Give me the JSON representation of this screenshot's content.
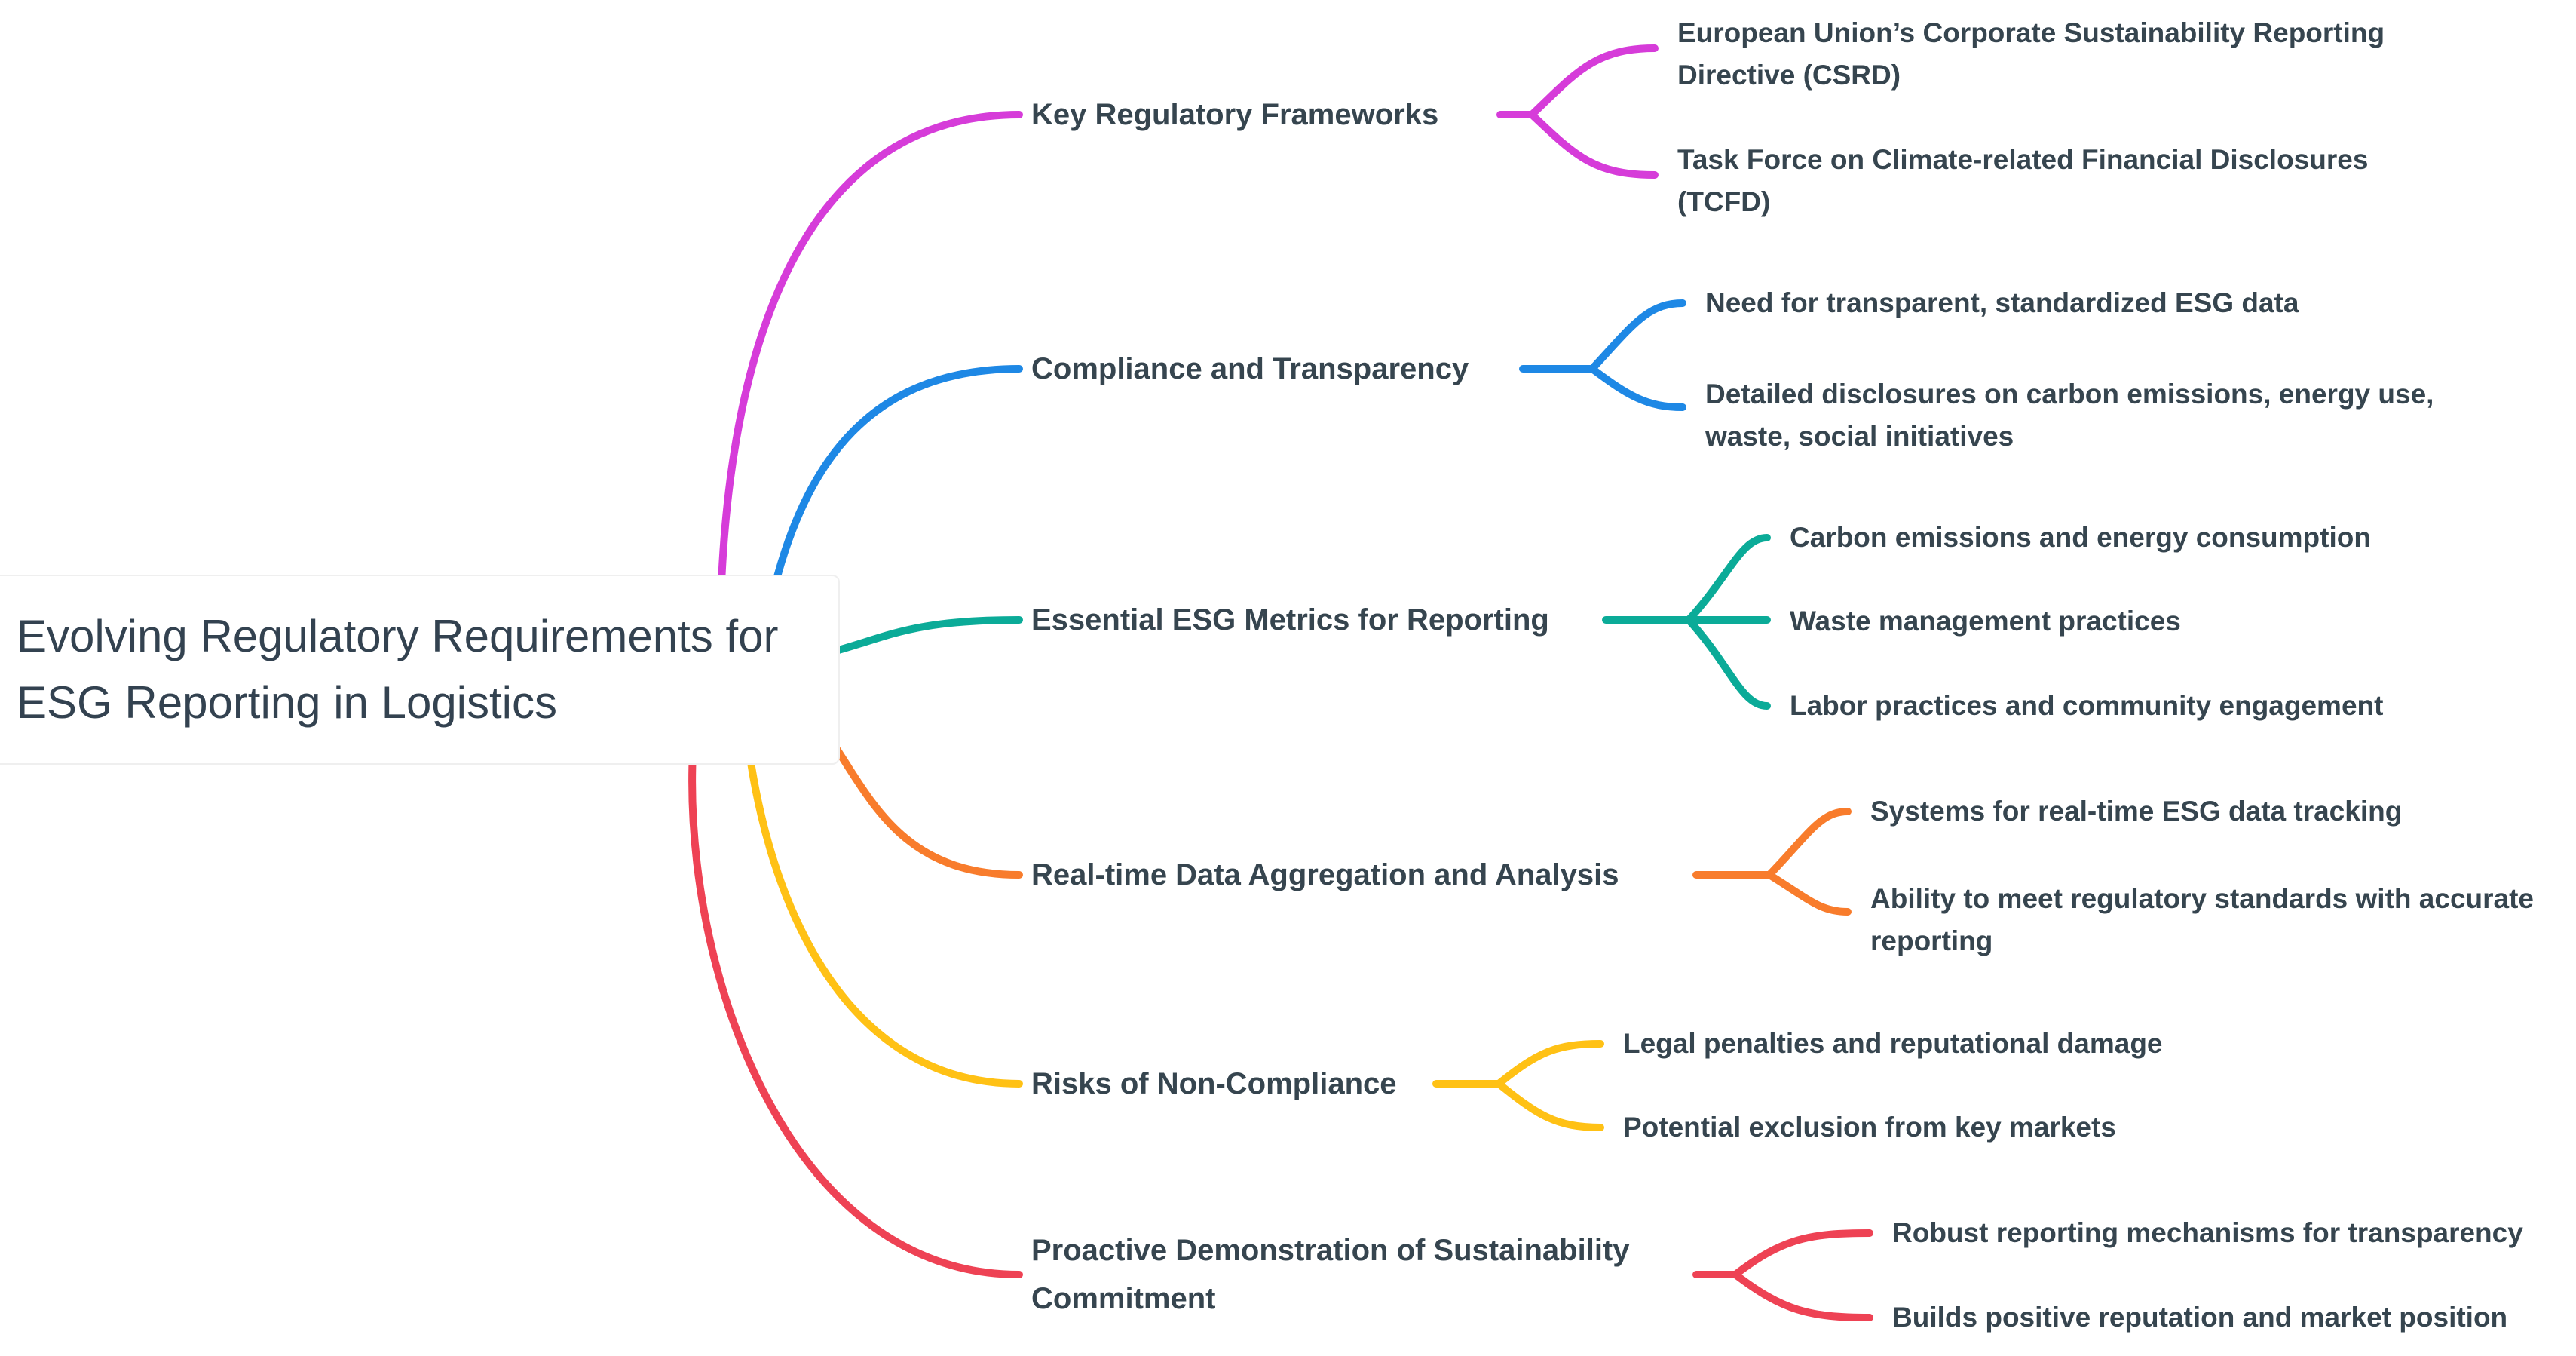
{
  "diagram": {
    "type": "mindmap",
    "background": "#ffffff",
    "text_color": "#36454F"
  },
  "root": {
    "label": "Evolving Regulatory Requirements for\nESG Reporting in Logistics"
  },
  "branches": [
    {
      "label": "Key Regulatory Frameworks",
      "color": "#D63CD9",
      "children": [
        "European Union’s Corporate Sustainability Reporting\nDirective (CSRD)",
        "Task Force on Climate-related Financial Disclosures\n(TCFD)"
      ]
    },
    {
      "label": "Compliance and Transparency",
      "color": "#1E88E5",
      "children": [
        "Need for transparent, standardized ESG data",
        "Detailed disclosures on carbon emissions, energy use,\nwaste, social initiatives"
      ]
    },
    {
      "label": "Essential ESG Metrics for Reporting",
      "color": "#0BAB98",
      "children": [
        "Carbon emissions and energy consumption",
        "Waste management practices",
        "Labor practices and community engagement"
      ]
    },
    {
      "label": "Real-time Data Aggregation and Analysis",
      "color": "#F87C2C",
      "children": [
        "Systems for real-time ESG data tracking",
        "Ability to meet regulatory standards with accurate\nreporting"
      ]
    },
    {
      "label": "Risks of Non-Compliance",
      "color": "#FFC115",
      "children": [
        "Legal penalties and reputational damage",
        "Potential exclusion from key markets"
      ]
    },
    {
      "label": "Proactive Demonstration of Sustainability\nCommitment",
      "color": "#EE4254",
      "children": [
        "Robust reporting mechanisms for transparency",
        "Builds positive reputation and market position"
      ]
    }
  ]
}
